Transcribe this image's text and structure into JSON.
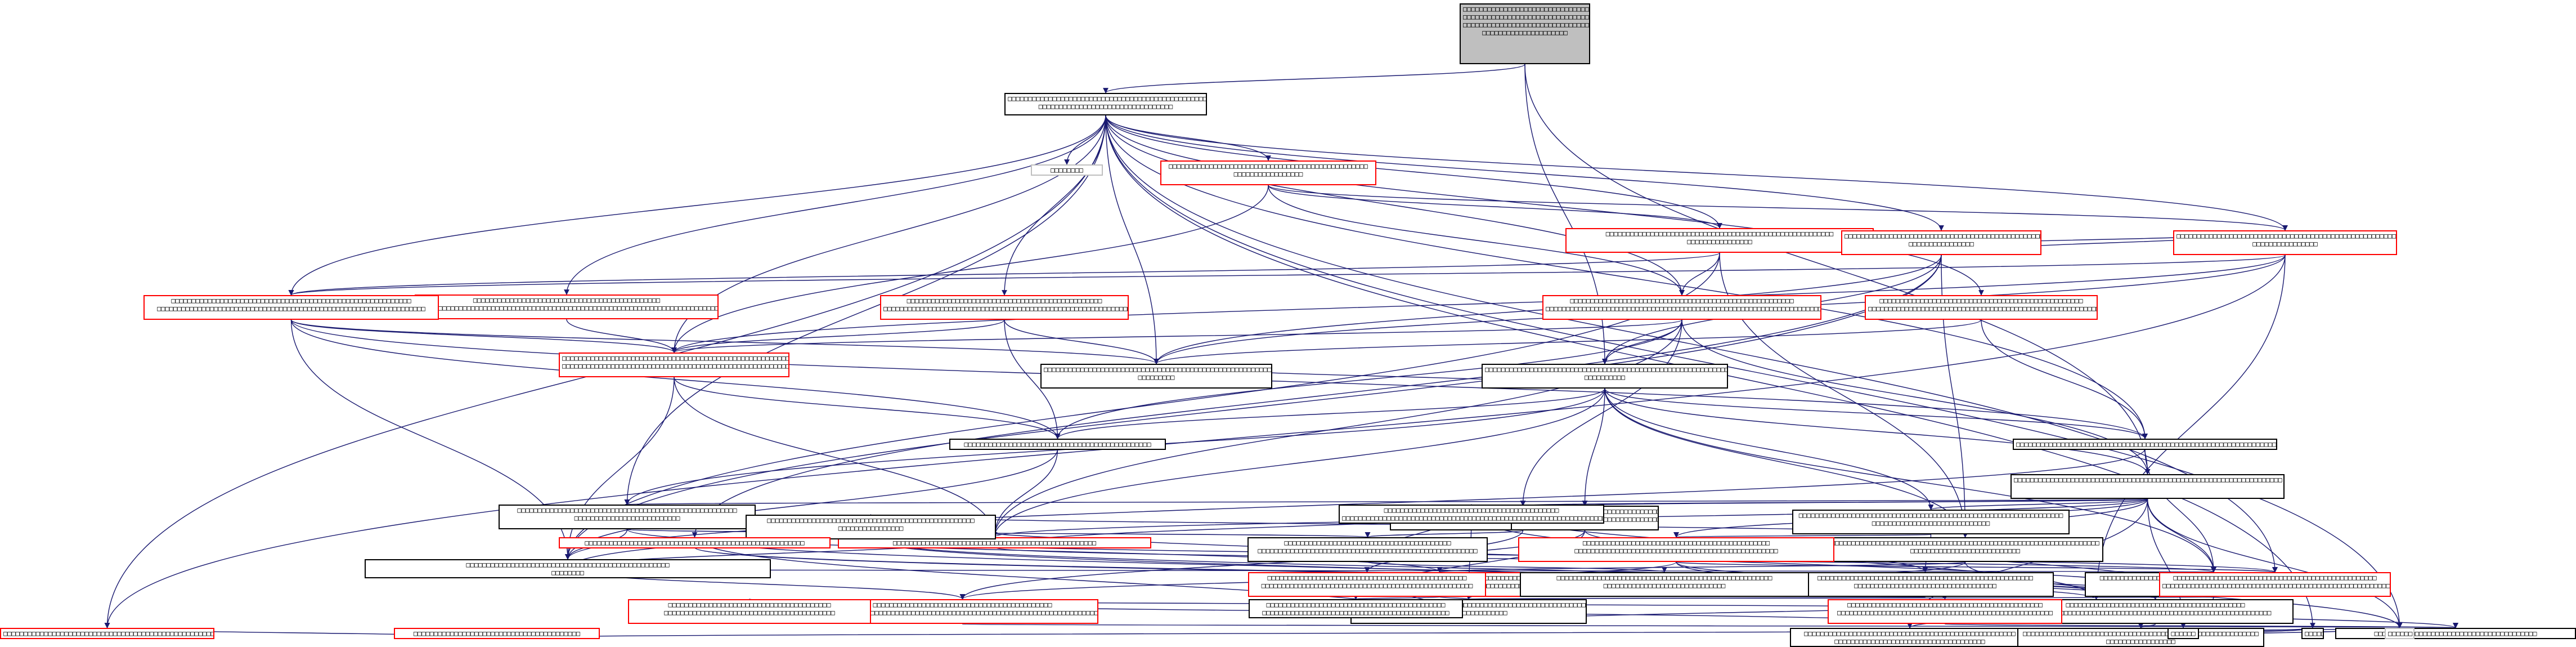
{
  "nodes": [
    {
      "id": "root",
      "style": "grey",
      "lines": [
        "□□□□□□□□□□□□□□□□□□□□□□□□□□□□□□□□",
        "□□□□□□□□□□□□□□□□□□□□□□□□□□□□□□□□",
        "□□□□□□□□□□□□□□□□□□□□□□□□□□□□□□□□□□□□",
        "□□□□□□□□□□□□□□□□□□□□□"
      ]
    },
    {
      "id": "n1",
      "style": "black",
      "lines": [
        "□□□□□□□□□□□□□□□□□□□□□□□□□□□□□□□□□□□□□□□□□□□□□□□□□□",
        "□□□□□□□□□□□□□□□□□□□□□□□□□□□□□□□□□"
      ]
    },
    {
      "id": "n2",
      "style": "plain",
      "lines": [
        "□□□□□□□□"
      ]
    },
    {
      "id": "n3",
      "style": "red",
      "lines": [
        "□□□□□□□□□□□□□□□□□□□□□□□□□□□□□□□□□□□□□□□□□□□□□□□□□",
        "□□□□□□□□□□□□□□□□□"
      ]
    },
    {
      "id": "n4",
      "style": "red",
      "lines": [
        "□□□□□□□□□□□□□□□□□□□□□□□□□□□□□□□□□□□□□□□□□□□□□□□□□□□□□□□□",
        "□□□□□□□□□□□□□□□□"
      ]
    },
    {
      "id": "n5",
      "style": "red",
      "lines": [
        "□□□□□□□□□□□□□□□□□□□□□□□□□□□□□□□□□□□□□□□□□□□□□□□□□□□□",
        "□□□□□□□□□□□□□□□□"
      ]
    },
    {
      "id": "n6",
      "style": "red",
      "lines": [
        "□□□□□□□□□□□□□□□□□□□□□□□□□□□□□□□□□□□□□□□□□□□□□□□□□□□□□□□□□□□□□□□□□",
        "□□□□□□□□□□□□□□□□"
      ]
    },
    {
      "id": "n7",
      "style": "red",
      "lines": [
        "□□□□□□□□□□□□□□□□□□□□□□□□□□□□□□□□□□□□□□□□□□□□□□",
        "□□□□□□□□□□□□□□□□□□□□□□□□□□□□□□□□□□□□□□□□□□□□□□□□□□□□□□□□□□□□□□□□□□□□□□□□□□□□□□□□□□□□□□□□□□"
      ]
    },
    {
      "id": "n8",
      "style": "red",
      "lines": [
        "□□□□□□□□□□□□□□□□□□□□□□□□□□□□□□□□□□□□□□□□□□□□□□□□",
        "□□□□□□□□□□□□□□□□□□□□□□□□□□□□□□□□□□□□□□□□□□□□□□□□□□□□□□□□□□□□□□□□□□□□□□□□□□□□"
      ]
    },
    {
      "id": "n9",
      "style": "red",
      "lines": [
        "□□□□□□□□□□□□□□□□□□□□□□□□□□□□□□□□□□□□□□□□□□□□□□□□□□□□□□□",
        "□□□□□□□□□□□□□□□□□□□□□□□□□□□□□□□□□□□□□□□□□□□□□□□□□□□□□□□□□□□□□□□□□□□□□□□□□□"
      ]
    },
    {
      "id": "n10",
      "style": "red",
      "lines": [
        "□□□□□□□□□□□□□□□□□□□□□□□□□□□□□□□□□□□□□□□□□□□□□□□□□□",
        "□□□□□□□□□□□□□□□□□□□□□□□□□□□□□□□□□□□□□□□□□□□□□□□□□□□□□□□□□□□□□□□□□□□□□□□□□□□□□□□□□□□□"
      ]
    },
    {
      "id": "n11",
      "style": "red",
      "lines": [
        "□□□□□□□□□□□□□□□□□□□□□□□□□□□□□□□□□□□□□□□□□□□□□□□□□□□□□□□□□□□",
        "□□□□□□□□□□□□□□□□□□□□□□□□□□□□□□□□□□□□□□□□□□□□□□□□□□□□□□□□□□□□□□□□□□"
      ]
    },
    {
      "id": "n12",
      "style": "red",
      "lines": [
        "□□□□□□□□□□□□□□□□□□□□□□□□□□□□□□□□□□□□□□□□□□□□□□□□□□□□□□□□□□",
        "□□□□□□□□□□□□□□□□□□□□□□□□□□□□□□□□□□□□□□□□□□□□□□□□□□□□□□□□□□□□□□□□□□□□□□□□□□□□□□□□□□□□□□□□□□□□□□"
      ]
    },
    {
      "id": "n13",
      "style": "black",
      "lines": [
        "□□□□□□□□□□□□□□□□□□□□□□□□□□□□□□□□□□□□□□□□□□□□□□□□□□□□□□□□□□□□",
        "□□□□□□□□□□"
      ]
    },
    {
      "id": "n14",
      "style": "black",
      "lines": [
        "□□□□□□□□□□□□□□□□□□□□□□□□□□□□□□□□□□□□□□□□□□□□□□□□□□□□□□□□□□□□□□",
        "□□□□□□□□□"
      ]
    },
    {
      "id": "n15",
      "style": "black",
      "lines": [
        "□□□□□□□□□□□□□□□□□□□□□□□□□□□□□□□□□□□□□□□□□□□□□□"
      ]
    },
    {
      "id": "n16",
      "style": "black",
      "lines": [
        "□□□□□□□□□□□□□□□□□□□□□□□□□□□□□□□□□□□□□□□□□□□□□□□□□□□□□□□□□□□□□□□□□"
      ]
    },
    {
      "id": "n17",
      "style": "black",
      "lines": [
        "□□□□□□□□□□□□□□□□□□□□□□□□□□□□□□□□□□□□□□□□□□□□□□□□□□□□□□□□□□□□□□□□□□"
      ]
    },
    {
      "id": "n18",
      "style": "black",
      "lines": [
        "□□□□□□□□□□□□□□□□□□□□□□□□□□□□□□□□□□□□□□□□□",
        "□□□□□□□□□□□□□□□□□□□□□□□□□□□□□□□□□□□□□□□□□□□□□□□□□□□□□□□□□□□□□□□□□□□□□□□□□□□□□□□□□□"
      ]
    },
    {
      "id": "n19",
      "style": "black",
      "lines": [
        "□□□□□□□□□□□□□□□□□□□□□□□□□□□□□□□□□□□□□□□□□□□□□□□□□□□□□□□□□□□□□□□□□",
        "□□□□□□□□□□□□□□□□□□□□□□□□□□□□□"
      ]
    },
    {
      "id": "n20",
      "style": "black",
      "lines": [
        "□□□□□□□□□□□□□□□□□□□□□□□□□□□□□□□□□□□□□□□□□□□□□□□□□□□□□□",
        "□□□□□□□□□□□□□□□□□□□□□□□□□□"
      ]
    },
    {
      "id": "n21",
      "style": "black",
      "lines": [
        "□□□□□□□□□□□□□□□□□□□□□□□□□□□□□□□□□□□□□□□□□□□□□□□□□□□□□□□□□□□□□□□□□□",
        "□□□□□□□□□□□□□□□□□□□□□□□□□□□"
      ]
    },
    {
      "id": "n22",
      "style": "black",
      "lines": [
        "□□□□□□□□□□□□□□□□□□□□□□□□□□□□□□□□□□□□□□□□□□□□□□□□□□",
        "□□□□□□□□"
      ]
    },
    {
      "id": "n23",
      "style": "red",
      "lines": [
        "□□□□□□□□□□□□□□□□□□□□□□□□□□□□□□□□□□□□□□□□□□□□□□□□□□"
      ]
    },
    {
      "id": "n24",
      "style": "black",
      "lines": [
        "□□□□□□□□□□□□□□□□□□□□□□□□□□□□□□□□□□□□□□□□□□□□□□□□□□□□□□□□"
      ]
    },
    {
      "id": "n25",
      "style": "black",
      "lines": [
        "□□□□□□□□□□□□□□□□□□□□□□□□□□□□□□□□□□□□□□□□□□□□□□□□□□□□□",
        "□□□□□□□□□□□□□□□□□□□□□□□□□□□□□□□□□□□□□□□□□□□□□□□□□□□□□□□□□□□□□□□□□□□□□□□□□□"
      ]
    },
    {
      "id": "n26",
      "style": "red",
      "lines": [
        "□□□□□□□□□□□□□□□□□□□□□□□□□□□□□□□□□□□□□□□□□□□□□□",
        "□□□□□□□□□□□□□□□□□□□□□□□□□□□□□□□□□□□□□□□□□□□□□□□□□□"
      ]
    },
    {
      "id": "n27",
      "style": "red",
      "lines": [
        "□□□□□□□□□□□□□□□□□□□□□□□□□□□□□□□□□□□□□□□□□□□□",
        "□□□□□□□□□□□□□□□□□□□□□□□□□□□□□□□□□□□□□□□□□□□□□□□□□□□□□□□□□□□□□□□□□□□□"
      ]
    },
    {
      "id": "n28",
      "style": "black",
      "lines": [
        "□□□□□□□□□□□□□□□□□□□□□□□□□□□□□□□□□□□□□□□□□□□□□□□□□□□",
        "□□□□□□□□□□□□□□□□"
      ]
    },
    {
      "id": "n29",
      "style": "black",
      "lines": [
        "□□□□□□□□□□□□□□□□□□□□□□□□□□□□□□□□□□□□□□□□□□□□□□□□□□□□□",
        "□□□□□□□□□□□□□□□□□□□□□□□□□□□□□□□□□□□"
      ]
    },
    {
      "id": "n30",
      "style": "black",
      "lines": [
        "□□□□□□□□□□□□□□□□□□□□□□□□□□□□□□□□□□□□□□□□□",
        "□□□□□□□□□□□□□□□□□□□□□□□□□□□□□□□□□□□□□□□□□□□□□□□□□□□□□□"
      ]
    },
    {
      "id": "n31",
      "style": "red",
      "lines": [
        "□□□□□□□□□□□□□□□□□□□□□□□□□□□□□□□□□□□□□□□□□□□□□□□□□□",
        "□□□□□□□□□□□□□□□□□□□□□□□□□□□□□□□□□□□□□□□□□□□□□□□□□"
      ]
    },
    {
      "id": "n32",
      "style": "black",
      "lines": [
        "□□□□□□□□□□□□□□□□□□□□□□□□□□□□□□□□□□□□□□□□□□□",
        "□□□□□□□□□□□□□□□□□□□□□□□□□□□□□□□□□□□□□□□□□□□□□□□□□□□□□□□□□□□□□□□□□□□□□□□□□□□□□□□□□□□"
      ]
    },
    {
      "id": "n33",
      "style": "black",
      "lines": [
        "□□□□□□□□□□□□□□□□□□□□□□□□□□□□□□□□□□□□□□□□□□□□□□□□□□□□□",
        "□□□□□□□□□□□□□□□□□□□□□□□□□□□□□□"
      ]
    },
    {
      "id": "n34",
      "style": "black",
      "lines": [
        "□□□□□□□□□□□□□□□□□□□□□□□□□□□□□□□□□□□□□□□□□□□□□□□□□□□□□□□□□□□□□",
        "□□□□□□□□□□□□□□□□□□□"
      ]
    },
    {
      "id": "n35",
      "style": "red",
      "lines": [
        "□□□□□□□□□□□□□□□□□□□□□□□□□□□□□□□□□□□□□□□□□□□□□□□□□□□□□□"
      ]
    },
    {
      "id": "n36",
      "style": "black",
      "lines": [
        "□□□□□□□□□□□□□□□□□□□□□□□□□□□□□□□□□□□□□□□□□□□□□□□□□□□□□□□□□□□"
      ]
    },
    {
      "id": "n37",
      "style": "red",
      "lines": [
        "□□□□□□□□□□□□□□□□□□□□□□□□□□□□□□□□□□□□□□□□□□□□□□□□□",
        "□□□□□□□□□□□□□□□□□□□□□□□□□□□□□□□□□□□□□□□□□□□□□□□□□□□□"
      ]
    },
    {
      "id": "n38",
      "style": "black",
      "lines": [
        "□□□□□□□□□□□□□□□□□□□□□□□□□□□□□□□□□□□□□□□□□□□□",
        "□□□□□□□□□□□□□□□□□□□□□□□□□□□□□□□□□□□□□□□□□□□□□□"
      ]
    },
    {
      "id": "n39",
      "style": "black",
      "lines": [
        "□□□□□□□□□□□□□□□□□□□□□□□□□□□□□□□□□□□□□□□□□□□□",
        "□□□□□□□□□□□□□□□□□□□□□□□□□□□□□□□□□□□□□□□□□□□□□□□□□□□□□□□□□"
      ]
    },
    {
      "id": "n40",
      "style": "red",
      "lines": [
        "□□□□□□□□□□□□□□□□□□□□□□□□□□□□□□□□□□□□□□□□□□□□□□□□□□",
        "□□□□□□□□□□□□□□□□□□□□□□□□□□□□□□□□□□□□□□□□□□□□□□□□□□□□□□□□□"
      ]
    },
    {
      "id": "n41",
      "style": "red",
      "lines": [
        "□□□□□□□□□□□□□□□□□□□□□□□□□□□□□□□□□□□□□□□□□□□□□□□□",
        "□□□□□□□□□□□□□□□□□□□□□□□□□□□□□□□□□□□□□□□□□□□□□□□□□□□□□"
      ]
    },
    {
      "id": "n42",
      "style": "black",
      "lines": [
        "□□□□□□□□□□□□□□□□□□□□□□□□□□□□□□□□□□□□□□□□"
      ]
    },
    {
      "id": "n43",
      "style": "red",
      "lines": [
        "□□□□□□□□□□□□□□□□□□□□□□□□□□□□□□□□□□□□□□□□",
        "□□□□□□□□□□□□□□□□□□□□□□□□□□□□□□□□□□□□□□□□□□"
      ]
    },
    {
      "id": "n44",
      "style": "black",
      "lines": [
        "□□□□□□□□□□□□□□□□□□□□□□□□□□□□□□□□□□□□□□□□□□□□□□□□□□□□",
        "□□□□□□□□□□□□□□□□□□□□□□□□□□□□□□□□□□□□□"
      ]
    },
    {
      "id": "n45",
      "style": "black",
      "lines": [
        "□□□□□□□□□□□□□□□□□□□□□□□□□□□□□□□□□□□□□□□□□□□□□□□□□□□□□□□□□□",
        "□□□□□□□□□□□□□□□□□"
      ]
    },
    {
      "id": "n46",
      "style": "red",
      "lines": [
        "□□□□□□□□□□□□□□□□□□□□□□□□□□□□□□□□□□□□□□□□□"
      ]
    },
    {
      "id": "n47",
      "style": "black",
      "lines": [
        "□□□□□□"
      ]
    },
    {
      "id": "n48",
      "style": "plain",
      "lines": [
        "□□□□□□"
      ]
    },
    {
      "id": "n49",
      "style": "black",
      "lines": [
        "□□□□□□□□□□□□□□□□□□□□□□□□□□□□□□□□□□□□□□□□□□□□□□□□□□□"
      ]
    },
    {
      "id": "n50",
      "style": "red",
      "lines": [
        "□□□□□□□□□□□□□□□□□□□□□□□□□□□□□□□□□□□□□□□□□□□□□□□□□□□□□□□□□□□□□□□□□□□"
      ]
    }
  ],
  "edges": [
    [
      "root",
      "n1"
    ],
    [
      "root",
      "n13"
    ],
    [
      "root",
      "n17"
    ],
    [
      "n1",
      "n2"
    ],
    [
      "n1",
      "n3"
    ],
    [
      "n1",
      "n4"
    ],
    [
      "n1",
      "n5"
    ],
    [
      "n1",
      "n6"
    ],
    [
      "n1",
      "n7"
    ],
    [
      "n1",
      "n8"
    ],
    [
      "n1",
      "n9"
    ],
    [
      "n1",
      "n10"
    ],
    [
      "n1",
      "n11"
    ],
    [
      "n1",
      "n12"
    ],
    [
      "n1",
      "n14"
    ],
    [
      "n1",
      "n16"
    ],
    [
      "n1",
      "n50"
    ],
    [
      "n1",
      "n48"
    ],
    [
      "n1",
      "n49"
    ],
    [
      "n1",
      "n40"
    ],
    [
      "n1",
      "n20"
    ],
    [
      "n3",
      "n4"
    ],
    [
      "n3",
      "n9"
    ],
    [
      "n3",
      "n6"
    ],
    [
      "n3",
      "n12"
    ],
    [
      "n4",
      "n5"
    ],
    [
      "n4",
      "n6"
    ],
    [
      "n4",
      "n9"
    ],
    [
      "n4",
      "n11"
    ],
    [
      "n4",
      "n21"
    ],
    [
      "n4",
      "n22"
    ],
    [
      "n5",
      "n6"
    ],
    [
      "n5",
      "n13"
    ],
    [
      "n5",
      "n14"
    ],
    [
      "n5",
      "n22"
    ],
    [
      "n5",
      "n21"
    ],
    [
      "n5",
      "n35"
    ],
    [
      "n6",
      "n11"
    ],
    [
      "n6",
      "n12"
    ],
    [
      "n6",
      "n14"
    ],
    [
      "n6",
      "n36"
    ],
    [
      "n6",
      "n50"
    ],
    [
      "n7",
      "n11"
    ],
    [
      "n7",
      "n12"
    ],
    [
      "n8",
      "n12"
    ],
    [
      "n8",
      "n15"
    ],
    [
      "n8",
      "n14"
    ],
    [
      "n9",
      "n12"
    ],
    [
      "n9",
      "n13"
    ],
    [
      "n9",
      "n15"
    ],
    [
      "n9",
      "n17"
    ],
    [
      "n9",
      "n23"
    ],
    [
      "n9",
      "n18"
    ],
    [
      "n10",
      "n14"
    ],
    [
      "n10",
      "n16"
    ],
    [
      "n11",
      "n14"
    ],
    [
      "n11",
      "n15"
    ],
    [
      "n11",
      "n16"
    ],
    [
      "n11",
      "n12"
    ],
    [
      "n11",
      "n22"
    ],
    [
      "n12",
      "n15"
    ],
    [
      "n12",
      "n22"
    ],
    [
      "n12",
      "n23"
    ],
    [
      "n13",
      "n14"
    ],
    [
      "n13",
      "n15"
    ],
    [
      "n13",
      "n16"
    ],
    [
      "n13",
      "n17"
    ],
    [
      "n13",
      "n19"
    ],
    [
      "n13",
      "n20"
    ],
    [
      "n13",
      "n21"
    ],
    [
      "n13",
      "n23"
    ],
    [
      "n13",
      "n24"
    ],
    [
      "n13",
      "n25"
    ],
    [
      "n15",
      "n22"
    ],
    [
      "n15",
      "n23"
    ],
    [
      "n16",
      "n22"
    ],
    [
      "n16",
      "n24"
    ],
    [
      "n17",
      "n18"
    ],
    [
      "n17",
      "n19"
    ],
    [
      "n17",
      "n20"
    ],
    [
      "n17",
      "n21"
    ],
    [
      "n17",
      "n23"
    ],
    [
      "n17",
      "n24"
    ],
    [
      "n17",
      "n25"
    ],
    [
      "n17",
      "n26"
    ],
    [
      "n17",
      "n47"
    ],
    [
      "n17",
      "n44"
    ],
    [
      "n17",
      "n48"
    ],
    [
      "n18",
      "n27"
    ],
    [
      "n18",
      "n30"
    ],
    [
      "n19",
      "n26"
    ],
    [
      "n19",
      "n28"
    ],
    [
      "n19",
      "n29"
    ],
    [
      "n20",
      "n22"
    ],
    [
      "n20",
      "n30"
    ],
    [
      "n20",
      "n31"
    ],
    [
      "n21",
      "n31"
    ],
    [
      "n21",
      "n34"
    ],
    [
      "n21",
      "n26"
    ],
    [
      "n21",
      "n48"
    ],
    [
      "n22",
      "n23"
    ],
    [
      "n22",
      "n24"
    ],
    [
      "n22",
      "n27"
    ],
    [
      "n22",
      "n28"
    ],
    [
      "n23",
      "n24"
    ],
    [
      "n23",
      "n25"
    ],
    [
      "n24",
      "n28"
    ],
    [
      "n24",
      "n29"
    ],
    [
      "n24",
      "n32"
    ],
    [
      "n24",
      "n34"
    ],
    [
      "n24",
      "n45"
    ],
    [
      "n25",
      "n29"
    ],
    [
      "n25",
      "n37"
    ],
    [
      "n25",
      "n38"
    ],
    [
      "n26",
      "n27"
    ],
    [
      "n26",
      "n39"
    ],
    [
      "n26",
      "n40"
    ],
    [
      "n26",
      "n41"
    ],
    [
      "n27",
      "n42"
    ],
    [
      "n27",
      "n43"
    ],
    [
      "n28",
      "n39"
    ],
    [
      "n28",
      "n40"
    ],
    [
      "n28",
      "n41"
    ],
    [
      "n29",
      "n34"
    ],
    [
      "n29",
      "n35"
    ],
    [
      "n30",
      "n32"
    ],
    [
      "n30",
      "n33"
    ],
    [
      "n31",
      "n33"
    ],
    [
      "n31",
      "n34"
    ],
    [
      "n31",
      "n38"
    ],
    [
      "n32",
      "n34"
    ],
    [
      "n32",
      "n36"
    ],
    [
      "n33",
      "n37"
    ],
    [
      "n34",
      "n35"
    ],
    [
      "n34",
      "n36"
    ],
    [
      "n34",
      "n37"
    ],
    [
      "n35",
      "n36"
    ],
    [
      "n35",
      "n39"
    ],
    [
      "n36",
      "n42"
    ],
    [
      "n36",
      "n43"
    ],
    [
      "n36",
      "n44"
    ],
    [
      "n39",
      "n45"
    ],
    [
      "n41",
      "n42"
    ],
    [
      "n41",
      "n43"
    ],
    [
      "n45",
      "n47"
    ],
    [
      "n45",
      "n48"
    ],
    [
      "n45",
      "n49"
    ],
    [
      "n46",
      "n48"
    ],
    [
      "n46",
      "n50"
    ],
    [
      "n44",
      "n47"
    ],
    [
      "n44",
      "n49"
    ]
  ]
}
